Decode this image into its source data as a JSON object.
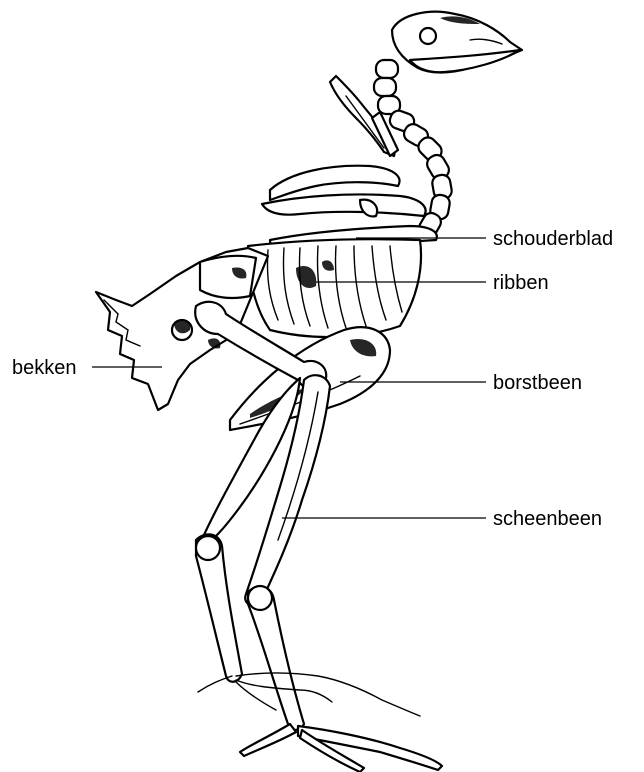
{
  "labels": {
    "schouderblad": "schouderblad",
    "ribben": "ribben",
    "bekken": "bekken",
    "borstbeen": "borstbeen",
    "scheenbeen": "scheenbeen"
  },
  "colors": {
    "ink": "#000000",
    "paper": "#ffffff"
  }
}
